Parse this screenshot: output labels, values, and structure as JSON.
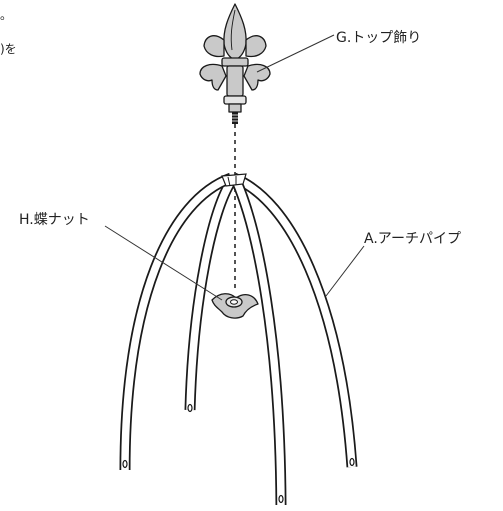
{
  "labels": {
    "top_finial": "G.トップ飾り",
    "wing_nut": "H.蝶ナット",
    "arch_pipe": "A.アーチパイプ"
  },
  "cropped_text": {
    "line1": "。",
    "line2": ")を"
  }
}
